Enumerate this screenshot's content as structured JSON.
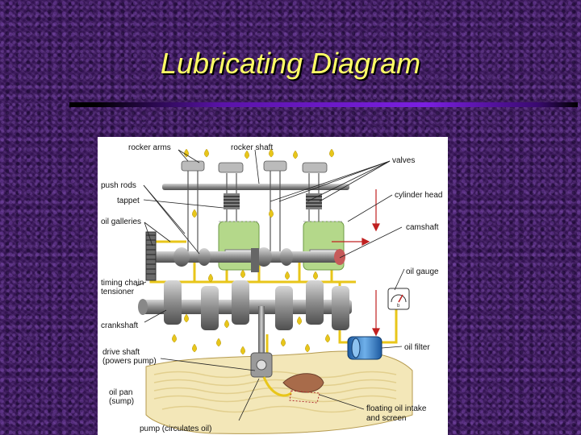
{
  "slide": {
    "title": "Lubricating Diagram"
  },
  "colors": {
    "background": "#3d1760",
    "title": "#ffff66",
    "oil": "#e8c61a",
    "engine_metal": "#8a8a8a",
    "oil_filter": "#2f7fd0",
    "piston": "#b4d88a",
    "oil_pan_fill": "#f3e7b8"
  },
  "diagram": {
    "labels": {
      "rocker_arms": "rocker arms",
      "rocker_shaft": "rocker shaft",
      "valves": "valves",
      "push_rods": "push rods",
      "tappet": "tappet",
      "cylinder_head": "cylinder head",
      "oil_galleries": "oil galleries",
      "camshaft": "camshaft",
      "oil_gauge": "oil gauge",
      "timing_chain_tensioner_1": "timing chain",
      "timing_chain_tensioner_2": "tensioner",
      "crankshaft": "crankshaft",
      "drive_shaft_1": "drive shaft",
      "drive_shaft_2": "(powers pump)",
      "oil_filter": "oil filter",
      "oil_pan_1": "oil pan",
      "oil_pan_2": "(sump)",
      "floating_intake_1": "floating oil intake",
      "floating_intake_2": "and screen",
      "pump": "pump (circulates oil)"
    },
    "icons": [
      "engine-lubrication-cutaway",
      "oil-gauge-icon",
      "oil-filter-icon",
      "oil-drop-icon"
    ]
  }
}
